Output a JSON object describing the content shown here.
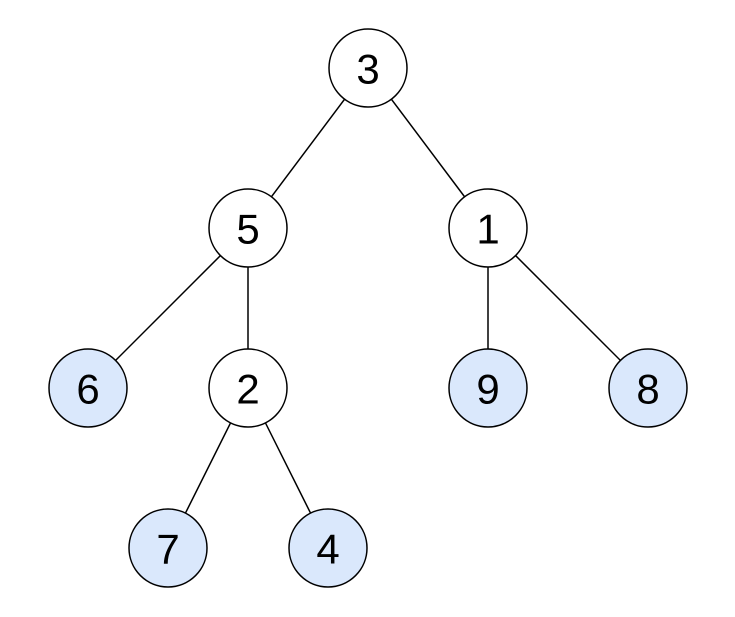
{
  "colors": {
    "internal_fill": "#ffffff",
    "leaf_fill": "#dae8fc",
    "stroke": "#000000"
  },
  "tree": {
    "root": {
      "label": "3",
      "children": [
        {
          "label": "5",
          "children": [
            {
              "label": "6",
              "children": []
            },
            {
              "label": "2",
              "children": [
                {
                  "label": "7",
                  "children": []
                },
                {
                  "label": "4",
                  "children": []
                }
              ]
            }
          ]
        },
        {
          "label": "1",
          "children": [
            {
              "label": "9",
              "children": []
            },
            {
              "label": "8",
              "children": []
            }
          ]
        }
      ]
    }
  }
}
